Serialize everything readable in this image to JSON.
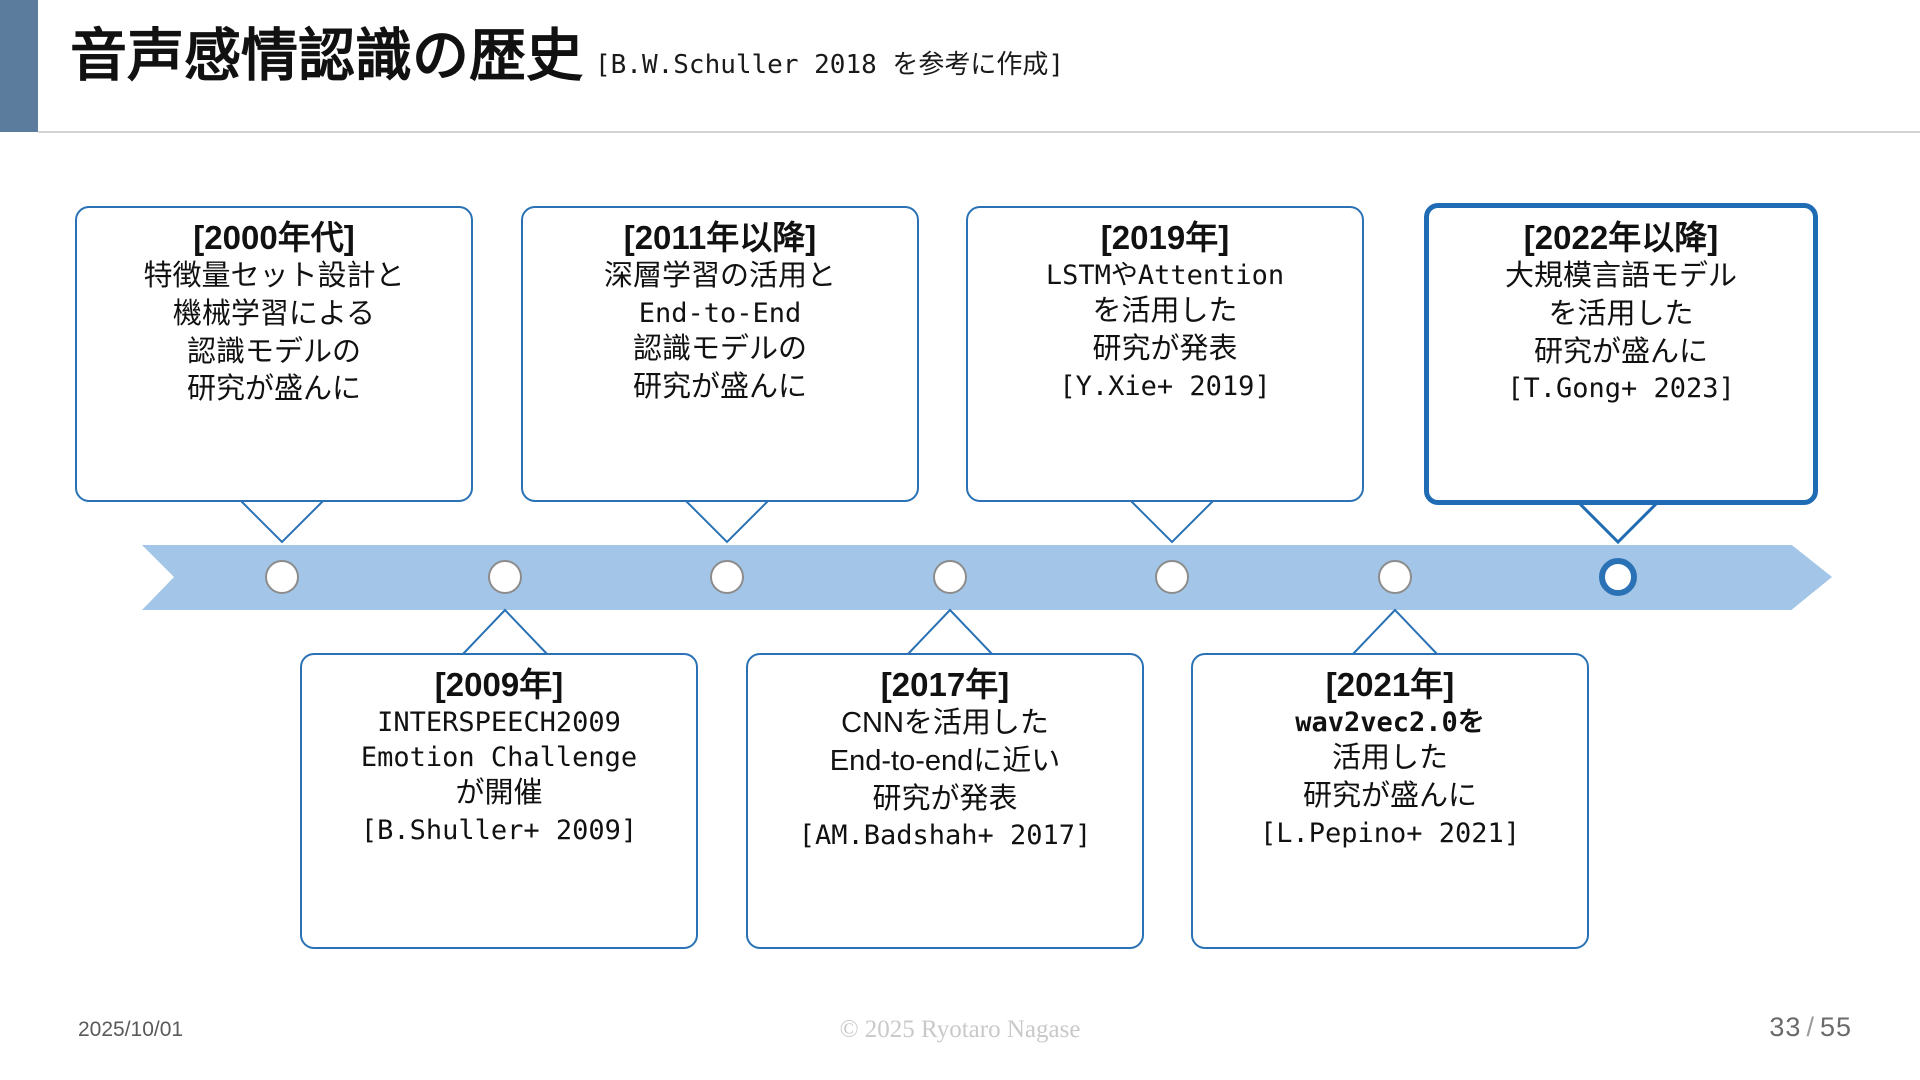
{
  "header": {
    "title": "音声感情認識の歴史",
    "note": "[B.W.Schuller 2018 を参考に作成]"
  },
  "timeline": {
    "arrow_fill": "#a3c6e8",
    "node_border": "#8c8c8c",
    "node_highlight_border": "#2a72b5",
    "node_count": 7
  },
  "top_boxes": [
    {
      "year": "[2000年代]",
      "lines": [
        "特徴量セット設計と",
        "機械学習による",
        "認識モデルの",
        "研究が盛んに"
      ],
      "emphasis": false
    },
    {
      "year": "[2011年以降]",
      "lines": [
        "深層学習の活用と",
        "End-to-End",
        "認識モデルの",
        "研究が盛んに"
      ],
      "mono_lines": [
        1
      ],
      "emphasis": false
    },
    {
      "year": "[2019年]",
      "lines": [
        "LSTMやAttention",
        "を活用した",
        "研究が発表",
        "[Y.Xie+ 2019]"
      ],
      "mono_lines": [
        0,
        3
      ],
      "emphasis": false
    },
    {
      "year": "[2022年以降]",
      "lines": [
        "大規模言語モデル",
        "を活用した",
        "研究が盛んに",
        "[T.Gong+ 2023]"
      ],
      "mono_lines": [
        3
      ],
      "emphasis": true
    }
  ],
  "bottom_boxes": [
    {
      "year": "[2009年]",
      "lines": [
        "INTERSPEECH2009",
        "Emotion Challenge",
        "が開催",
        "[B.Shuller+ 2009]"
      ],
      "mono_lines": [
        0,
        1,
        3
      ],
      "emphasis": false
    },
    {
      "year": "[2017年]",
      "lines": [
        "CNNを活用した",
        "End-to-endに近い",
        "研究が発表",
        "[AM.Badshah+ 2017]"
      ],
      "mono_lines": [
        3
      ],
      "emphasis": false
    },
    {
      "year": "[2021年]",
      "lines": [
        "wav2vec2.0を",
        "活用した",
        "研究が盛んに",
        "[L.Pepino+ 2021]"
      ],
      "mono_lines": [
        0,
        3
      ],
      "bold_lines": [
        0
      ],
      "emphasis": false
    }
  ],
  "footer": {
    "date": "2025/10/01",
    "copyright": "© 2025 Ryotaro Nagase",
    "page_current": "33",
    "page_sep": "/",
    "page_total": "55"
  }
}
